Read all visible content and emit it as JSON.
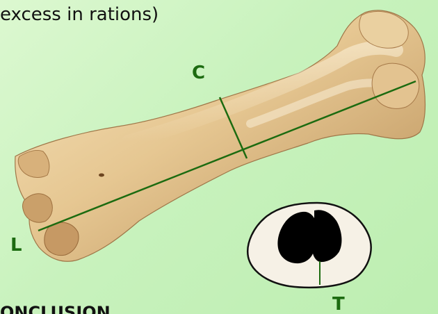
{
  "top_text": "excess in rations)",
  "bottom_text": "ONCLUSION",
  "labels": {
    "circumference": "C",
    "length": "L",
    "thickness": "T"
  },
  "colors": {
    "background": "#c8f2bd",
    "measure_line": "#1c6b10",
    "bone": "#d8b684",
    "cross_section_fill": "#f6f1e6",
    "marrow": "#000000"
  }
}
